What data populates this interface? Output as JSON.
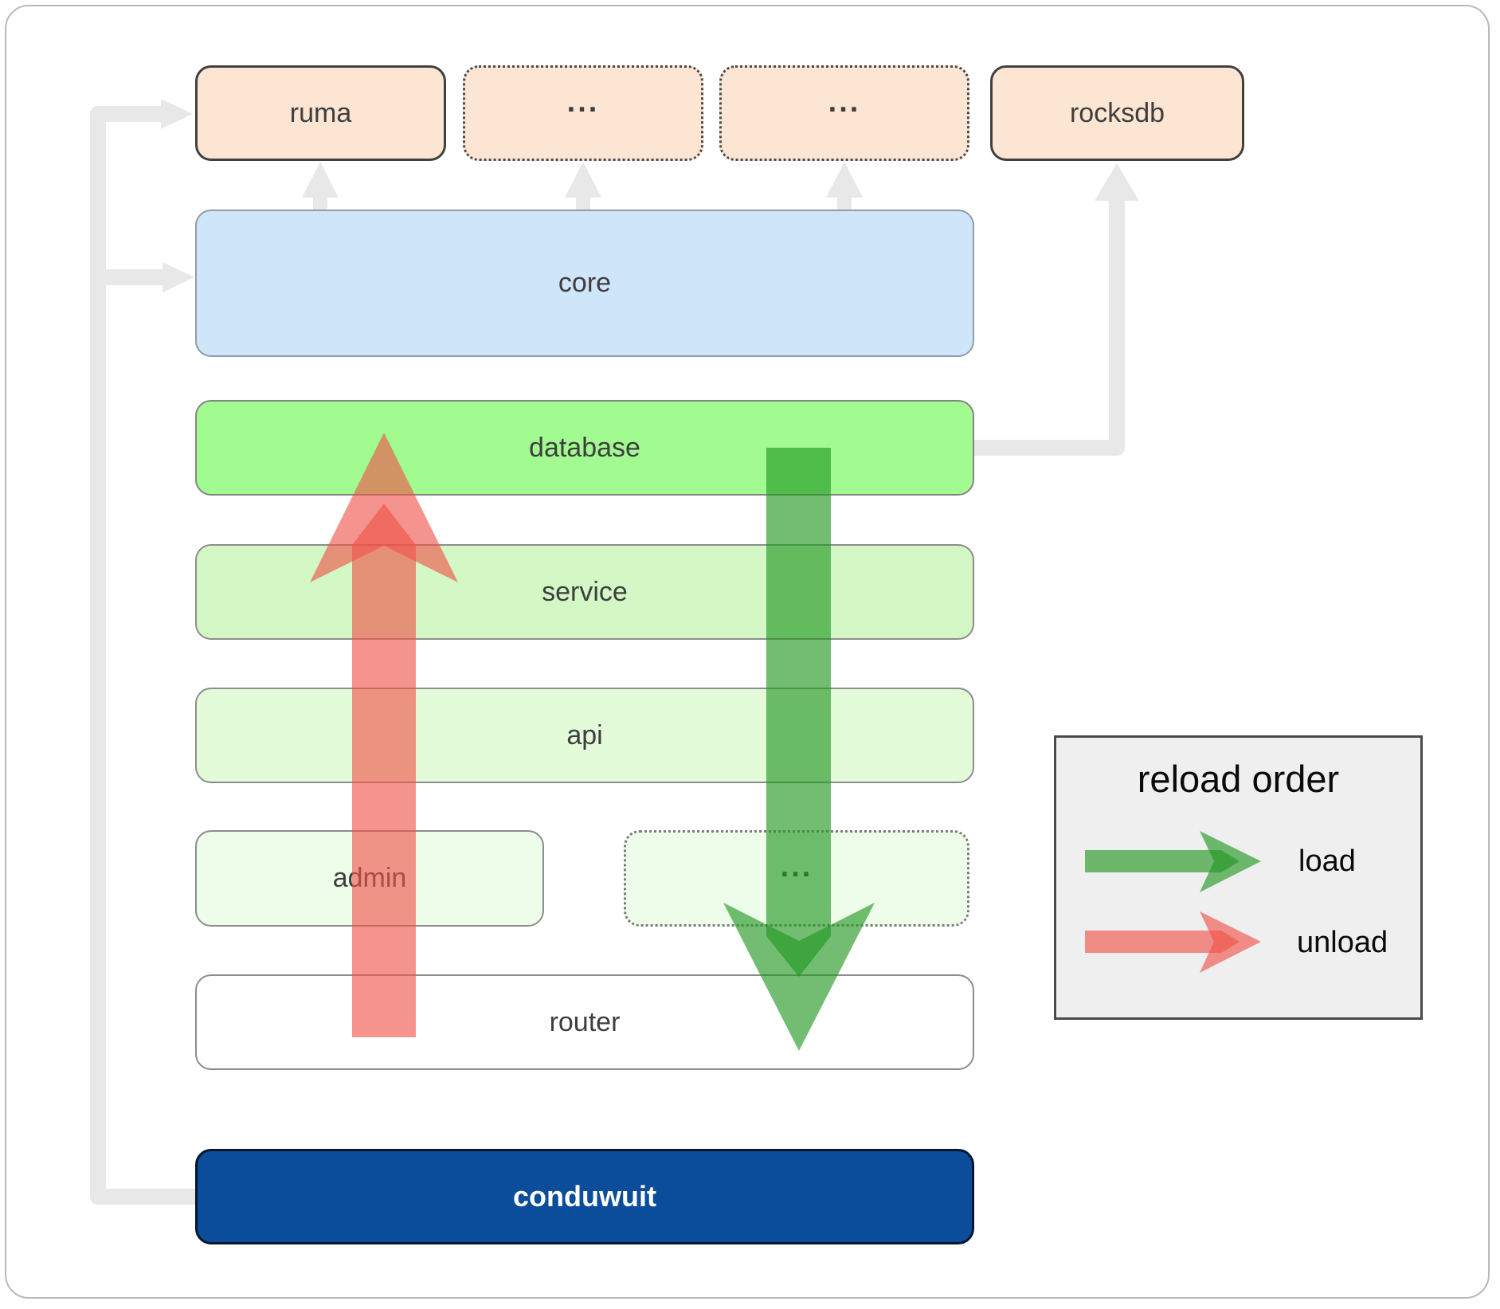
{
  "diagram": {
    "nodes": {
      "ruma": {
        "label": "ruma"
      },
      "ext_top_1": {
        "label": "..."
      },
      "ext_top_2": {
        "label": "..."
      },
      "rocksdb": {
        "label": "rocksdb"
      },
      "core": {
        "label": "core"
      },
      "database": {
        "label": "database"
      },
      "service": {
        "label": "service"
      },
      "api": {
        "label": "api"
      },
      "admin": {
        "label": "admin"
      },
      "ext_mid": {
        "label": "..."
      },
      "router": {
        "label": "router"
      },
      "conduwuit": {
        "label": "conduwuit"
      }
    },
    "edges": [
      {
        "from": "conduwuit",
        "to": "ruma",
        "style": "gray-elbow-arrow"
      },
      {
        "from": "conduwuit",
        "to": "core",
        "style": "gray-elbow-arrow"
      },
      {
        "from": "core",
        "to": "ruma",
        "style": "gray-arrow-up"
      },
      {
        "from": "core",
        "to": "ext_top_1",
        "style": "gray-arrow-up"
      },
      {
        "from": "core",
        "to": "ext_top_2",
        "style": "gray-arrow-up"
      },
      {
        "from": "database",
        "to": "rocksdb",
        "style": "gray-elbow-arrow"
      },
      {
        "name": "load",
        "from": "database",
        "to": "router",
        "style": "wide-green-arrow-down"
      },
      {
        "name": "unload",
        "from": "router",
        "to": "database",
        "style": "wide-red-arrow-up"
      }
    ],
    "legend": {
      "title": "reload order",
      "items": [
        {
          "label": "load",
          "arrow_color": "#229622"
        },
        {
          "label": "unload",
          "arrow_color": "#ef5348"
        }
      ]
    },
    "colors": {
      "external_module_fill": "#fce5d3",
      "core_fill": "#cfe5fa",
      "database_fill": "#a1fb90",
      "service_fill": "#d3f8c5",
      "api_fill": "#e4fbd9",
      "admin_fill": "#eefdea",
      "router_fill": "#ffffff",
      "conduwuit_fill": "#0b4d9a",
      "load_arrow": "#229622",
      "unload_arrow": "#ef5348",
      "connector_gray": "#e8e8e8",
      "legend_bg": "#efefef"
    }
  }
}
